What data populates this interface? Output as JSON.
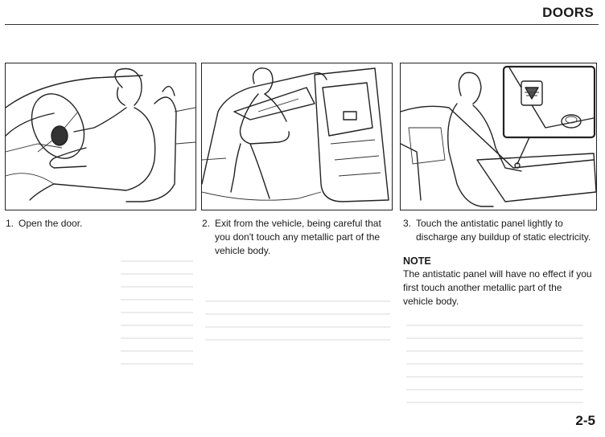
{
  "header": {
    "title": "DOORS"
  },
  "steps": [
    {
      "number": "1.",
      "text": "Open the door."
    },
    {
      "number": "2.",
      "text": "Exit from the vehicle, being careful that you don't touch any metallic part of the vehicle body."
    },
    {
      "number": "3.",
      "text": "Touch the antistatic panel lightly to discharge any buildup of static electricity."
    }
  ],
  "note": {
    "heading": "NOTE",
    "body": "The antistatic panel will have no effect if you first touch another metallic part of the vehicle body."
  },
  "page_number": "2-5"
}
